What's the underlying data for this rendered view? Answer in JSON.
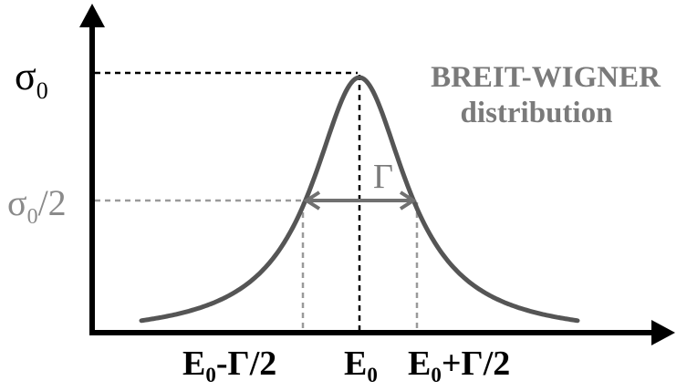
{
  "title": {
    "line1": "BREIT-WIGNER",
    "line2": "distribution"
  },
  "y_labels": {
    "peak_symbol": "σ",
    "peak_sub": "0",
    "half_symbol": "σ",
    "half_sub": "0",
    "half_suffix": "/2"
  },
  "x_labels": {
    "left_main": "E",
    "left_sub": "0",
    "left_suffix": "-Γ/2",
    "center_main": "E",
    "center_sub": "0",
    "right_main": "E",
    "right_sub": "0",
    "right_suffix": "+Γ/2"
  },
  "width_label": "Γ",
  "colors": {
    "curve": "#555555",
    "axis": "#000000",
    "gray_text": "#7a7a7a",
    "half_guides": "#9a9a9a",
    "width_arrow": "#707070"
  }
}
